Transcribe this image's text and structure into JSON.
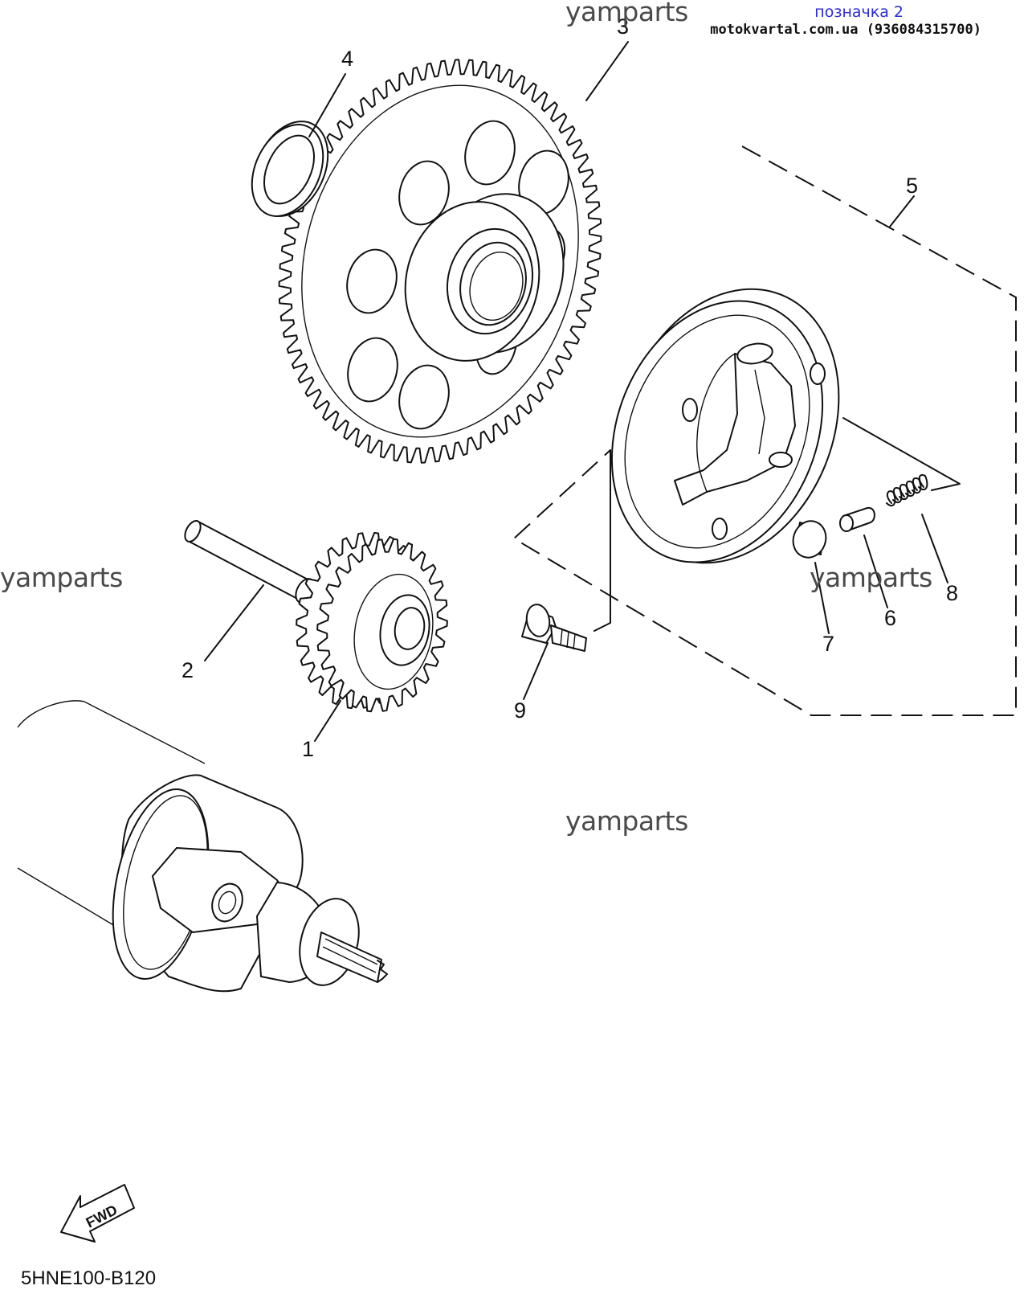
{
  "header": {
    "tag": "позначка 2",
    "site": "motokvartal.com.ua (936084315700)"
  },
  "watermark": "yamparts",
  "diagram_code": "5HNE100-B120",
  "fwd_label": "FWD",
  "parts": [
    {
      "id": "1",
      "label": "1"
    },
    {
      "id": "2",
      "label": "2"
    },
    {
      "id": "3",
      "label": "3"
    },
    {
      "id": "4",
      "label": "4"
    },
    {
      "id": "5",
      "label": "5"
    },
    {
      "id": "6",
      "label": "6"
    },
    {
      "id": "7",
      "label": "7"
    },
    {
      "id": "8",
      "label": "8"
    },
    {
      "id": "9",
      "label": "9"
    }
  ]
}
